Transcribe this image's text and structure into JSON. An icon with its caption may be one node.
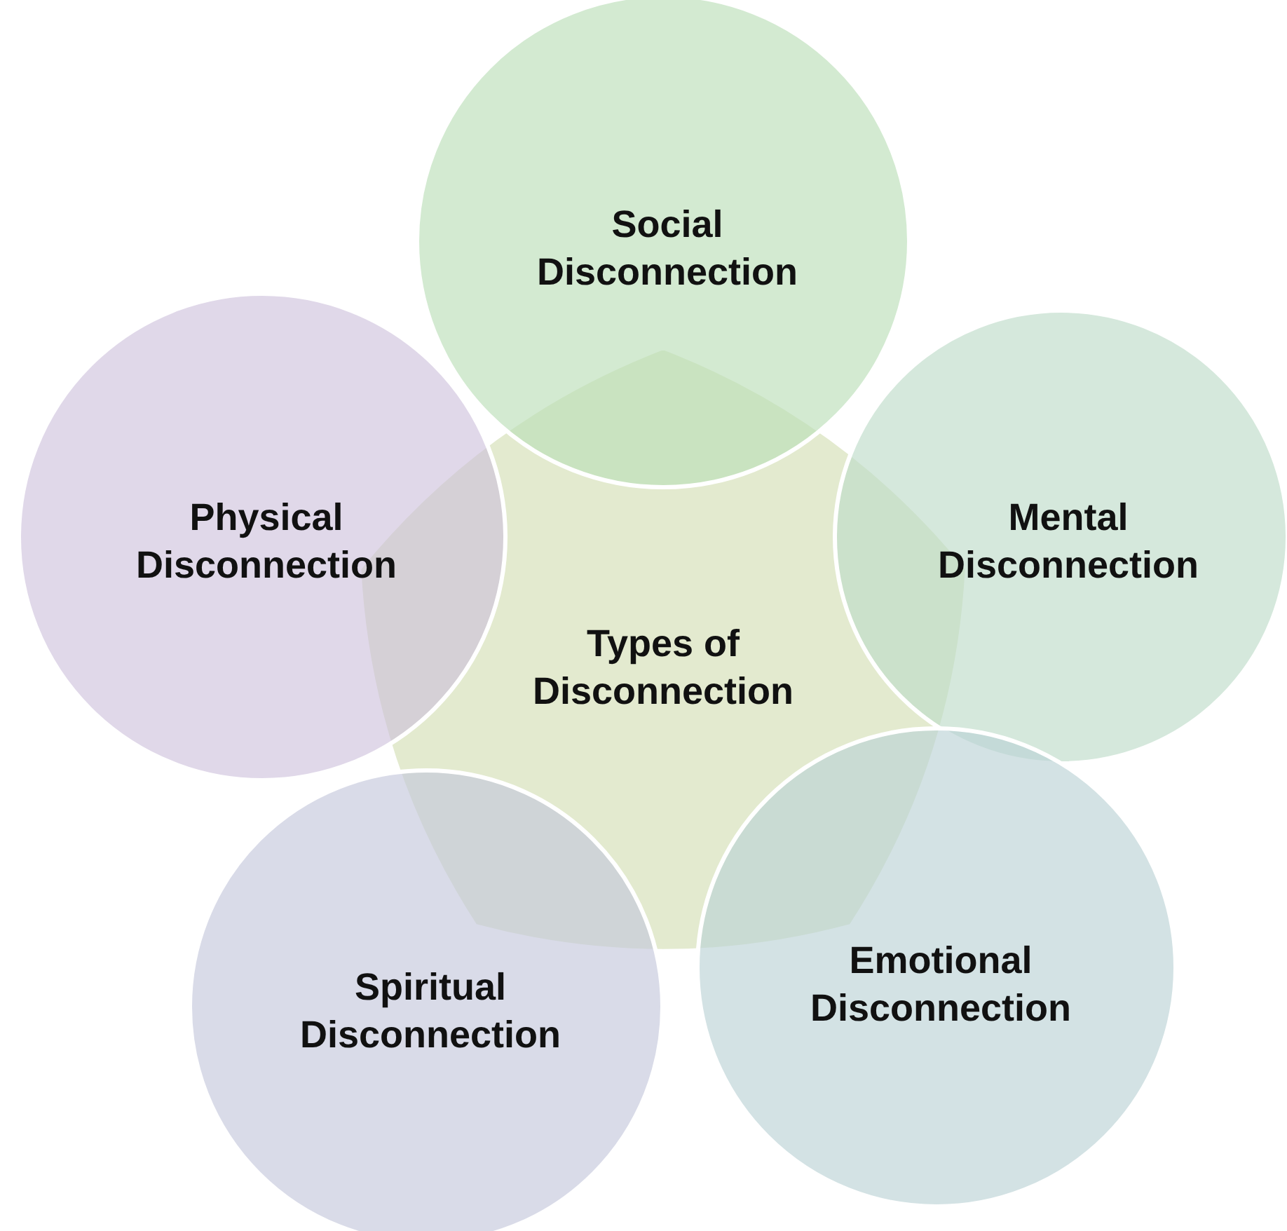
{
  "diagram": {
    "nodes": [
      {
        "text": [
          "Types of Disconnection"
        ]
      },
      {
        "text": [
          "Social Disconnection"
        ]
      },
      {
        "text": [
          "Mental Disconnection"
        ]
      },
      {
        "text": [
          "Emotional Disconnection"
        ]
      },
      {
        "text": [
          "Spiritual Disconnection"
        ]
      },
      {
        "text": [
          "Physical Disconnection"
        ]
      }
    ],
    "edges": []
  }
}
